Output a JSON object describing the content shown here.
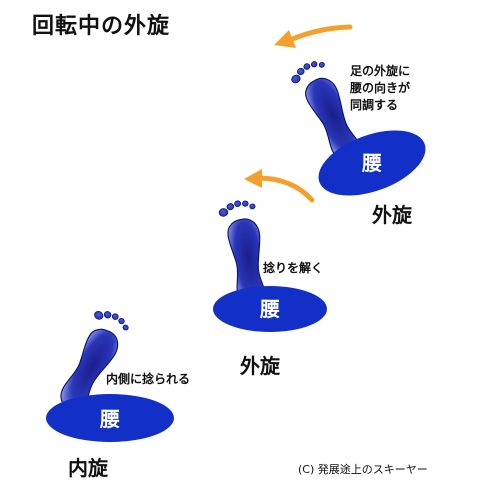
{
  "title": "回転中の外旋",
  "colors": {
    "foot": "#2a36b8",
    "foot_dark": "#0c1470",
    "toe": "#2c3cc4",
    "koshi": "#1230c8",
    "arrow": "#f5a02c",
    "text": "#111111"
  },
  "stages": [
    {
      "koshi_label": "腰",
      "motion_label": "内旋",
      "annotation": [
        "内側に捻られる"
      ]
    },
    {
      "koshi_label": "腰",
      "motion_label": "外旋",
      "annotation": [
        "捻りを解く"
      ]
    },
    {
      "koshi_label": "腰",
      "motion_label": "外旋",
      "annotation": [
        "足の外旋に",
        "腰の向きが",
        "同調する"
      ]
    }
  ],
  "credit": "(C) 発展途上のスキーヤー"
}
